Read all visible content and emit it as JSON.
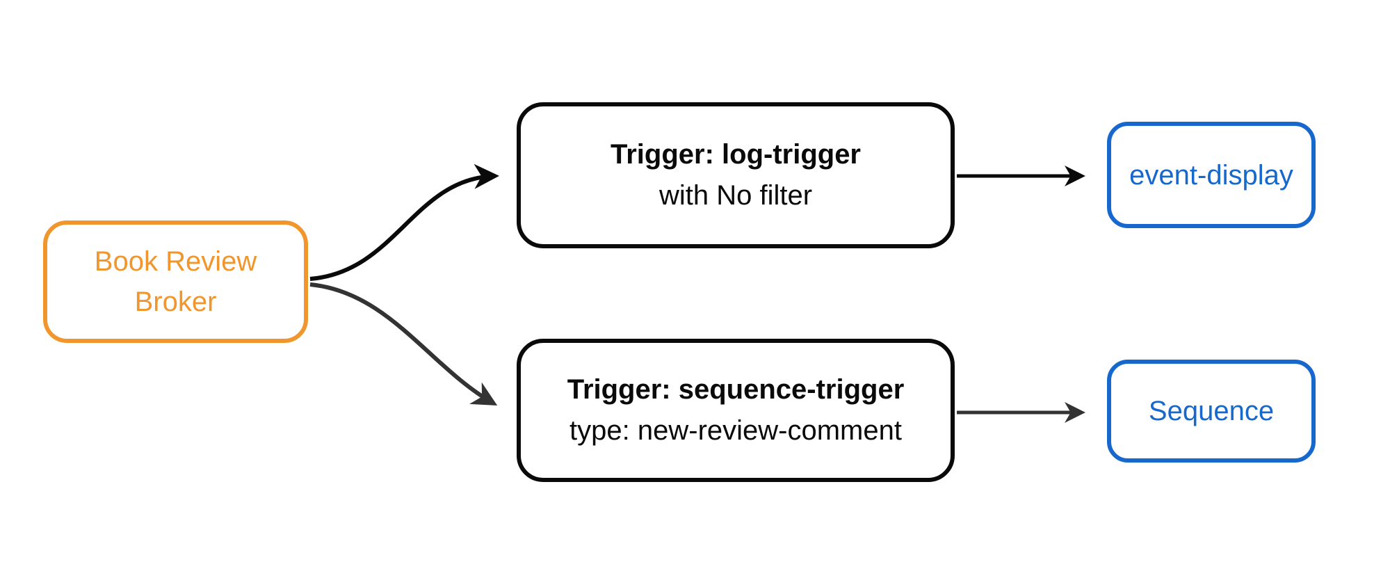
{
  "diagram": {
    "background_color": "#FFFFFF",
    "nodes": {
      "broker": {
        "label": "Book Review Broker",
        "color": "#F0962D"
      },
      "log_trigger": {
        "title": "Trigger: log-trigger",
        "subtitle": "with No filter",
        "color": "#0A0A0A"
      },
      "sequence_trigger": {
        "title": "Trigger: sequence-trigger",
        "subtitle": "type: new-review-comment",
        "color": "#0A0A0A"
      },
      "event_display": {
        "label": "event-display",
        "color": "#1768CC"
      },
      "sequence": {
        "label": "Sequence",
        "color": "#1768CC"
      }
    },
    "edges": [
      {
        "name": "broker-to-log-trigger",
        "from": "broker",
        "to": "log_trigger",
        "color": "#0A0A0A"
      },
      {
        "name": "broker-to-sequence-trigger",
        "from": "broker",
        "to": "sequence_trigger",
        "color": "#333333"
      },
      {
        "name": "log-trigger-to-event-display",
        "from": "log_trigger",
        "to": "event_display",
        "color": "#0A0A0A"
      },
      {
        "name": "sequence-trigger-to-sequence",
        "from": "sequence_trigger",
        "to": "sequence",
        "color": "#333333"
      }
    ]
  }
}
